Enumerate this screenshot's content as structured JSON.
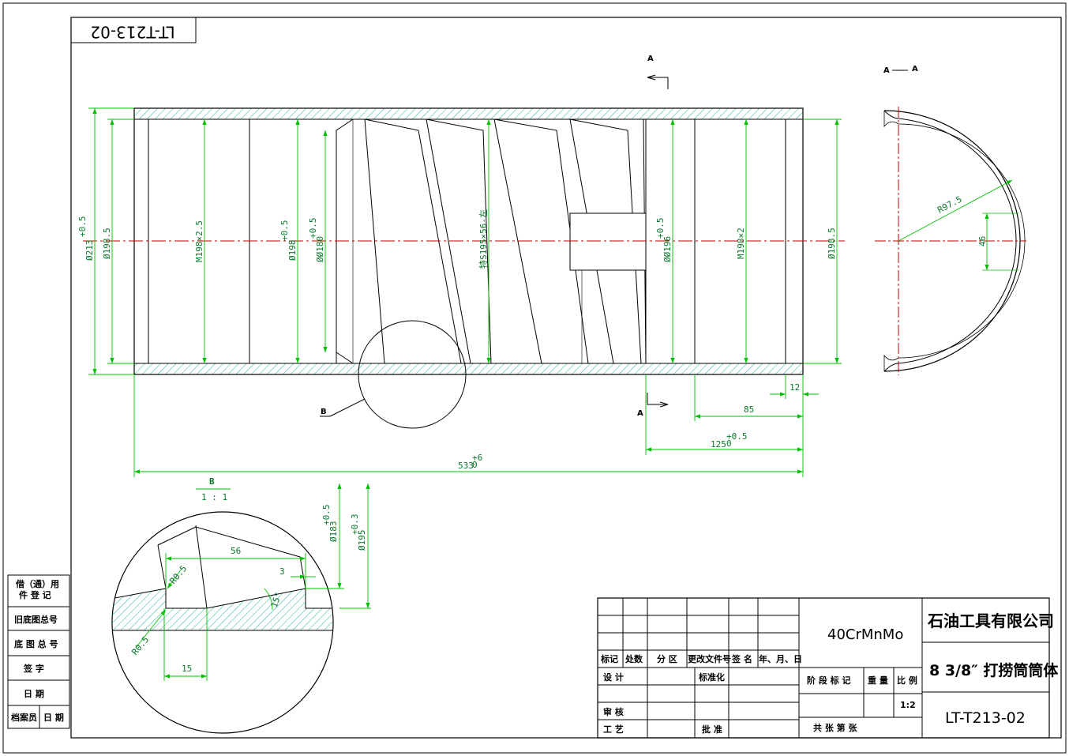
{
  "drawing": {
    "top_code_mirrored": "LT-T213-02",
    "section_marks": [
      "A",
      "A",
      "A",
      "A"
    ],
    "detail_label": "B",
    "detail_title": "B",
    "detail_scale": "1 : 1"
  },
  "main_view_dims": {
    "d213": "Ø213",
    "d213_tol": "+0.5",
    "d198_5_left": "Ø198.5",
    "m198": "M198×2.5",
    "d198": "Ø198",
    "d198_tol": "+0.5",
    "d180": "ØØ180",
    "d180_tol": "+0.5",
    "thread": "特S195×56-左",
    "d196": "ØØ196",
    "d196_tol": "+0.5",
    "m198x2": "M198×2",
    "d198_5_right": "Ø198.5",
    "len12": "12",
    "len85": "85",
    "len125": "125",
    "len125_tol": "+0.5",
    "len533": "533",
    "len533_tol": "+6",
    "zero": "0"
  },
  "section_view_dims": {
    "r97_5": "R97.5",
    "w46": "46"
  },
  "detail_dims": {
    "d183": "Ø183",
    "d183_tol": "+0.5",
    "d195": "Ø195",
    "d195_tol": "+0.3",
    "len56": "56",
    "len3": "3",
    "r0_5_a": "R0.5",
    "r0_5_b": "R0.5",
    "len15": "15",
    "angle": "15°"
  },
  "left_strip": {
    "r1a": "借（通）用",
    "r1b": "件 登 记",
    "r2": "旧底图总号",
    "r3": "底 图 总 号",
    "r4": "签      字",
    "r5": "日      期",
    "r6a": "档案员",
    "r6b": "日 期"
  },
  "title_block": {
    "material": "40CrMnMo",
    "company": "石油工具有限公司",
    "part_name": "8 3/8″ 打捞筒筒体",
    "drawing_no": "LT-T213-02",
    "col_biaoji": "标记",
    "col_chushu": "处数",
    "col_fenqu": "分 区",
    "col_gengai": "更改文件号",
    "col_qianming": "签 名",
    "col_date": "年、月、日",
    "sheji": "设 计",
    "biaozhunhua": "标准化",
    "shenhe": "审 核",
    "gongyi": "工 艺",
    "pizhun": "批 准",
    "jieduan": "阶 段 标 记",
    "zhongliang": "重 量",
    "bili": "比 例",
    "scale_value": "1:2",
    "sheets": "共      张   第      张"
  },
  "colors": {
    "outline": "#000000",
    "dimension": "#00c000",
    "centerline": "#c00000",
    "hatch": "#2ab0a8"
  }
}
